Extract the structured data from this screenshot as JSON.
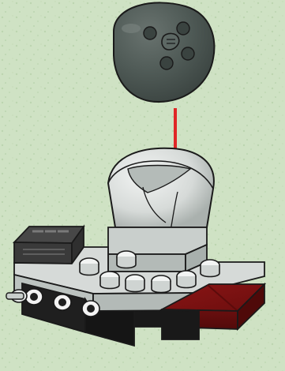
{
  "image": {
    "description_tags": [
      "lego-build-step",
      "sphere-top-piece",
      "assembly-arrow",
      "vehicle-base"
    ],
    "colors": {
      "background": "#cfe2c4",
      "background_speckle": "#bcd5b0",
      "dark_gray_sphere": "#4f5a56",
      "dark_gray_sphere_shadow": "#3e4744",
      "light_gray_parts": "#d6dad8",
      "light_gray_shadow": "#b7bdbb",
      "dark_parts": "#202020",
      "dark_red_tile": "#7c1111",
      "dark_red_tile_edge": "#5c0b0b",
      "arrow_red": "#e02626",
      "outline": "#1a1a1a"
    }
  }
}
